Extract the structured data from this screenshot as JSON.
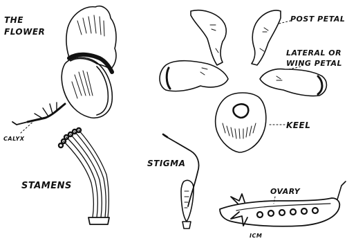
{
  "labels": {
    "flower_title_line1": "THE",
    "flower_title_line2": "FLOWER",
    "post_petal": "POST PETAL",
    "wing_petal_line1": "LATERAL OR",
    "wing_petal_line2": "WING PETAL",
    "keel": "KEEL",
    "calyx": "CALYX",
    "stigma": "STIGMA",
    "stamens": "STAMENS",
    "ovary": "OVARY",
    "icm": "ICM"
  },
  "colors": {
    "ink": "#111111",
    "background": "#ffffff"
  }
}
